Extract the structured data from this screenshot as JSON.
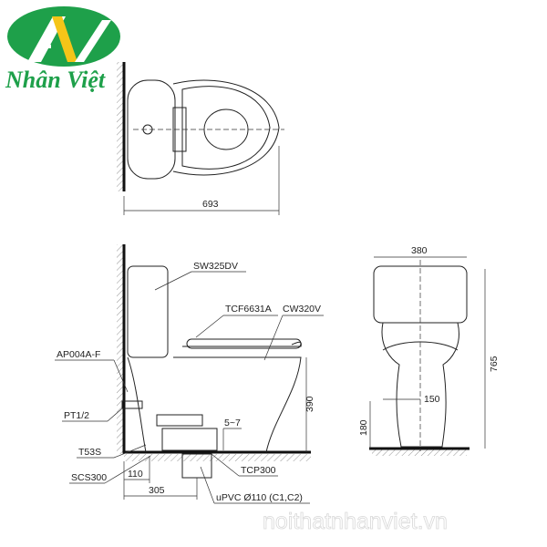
{
  "logo": {
    "brand_name": "Nhân Việt",
    "colors": {
      "green": "#1ea04a",
      "yellow": "#f5c518"
    }
  },
  "top_view": {
    "width_dim": "693"
  },
  "side_view": {
    "labels": {
      "tank": "SW325DV",
      "seat": "TCF6631A",
      "bowl": "CW320V",
      "valve": "AP004A-F",
      "pipe_thread": "PT1/2",
      "t53s": "T53S",
      "scs300": "SCS300",
      "tcp300": "TCP300",
      "drain": "uPVC Ø110 (C1,C2)"
    },
    "dims": {
      "d110": "110",
      "d305": "305",
      "gap": "5~7",
      "rim_height": "390"
    }
  },
  "front_view": {
    "dims": {
      "width": "380",
      "height": "765",
      "d150": "150",
      "d180": "180"
    }
  },
  "watermark": "noithatnhanviet.vn"
}
